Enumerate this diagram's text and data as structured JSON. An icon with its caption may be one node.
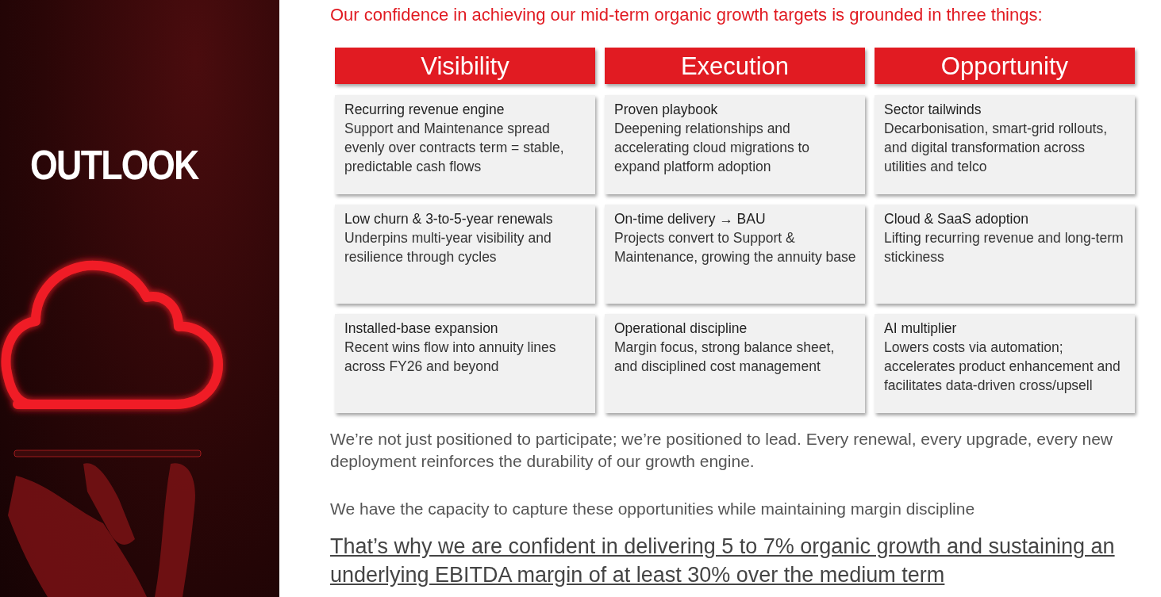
{
  "diagram": {
    "title": "OUTLOOK",
    "nodes": [
      {
        "text": [
          "Visibility"
        ]
      },
      {
        "text": [
          "Execution"
        ]
      },
      {
        "text": [
          "Opportunity"
        ]
      },
      {
        "text": [
          "Recurring revenue engine",
          "Support and Maintenance spread evenly over contracts term = stable, predictable cash flows"
        ]
      },
      {
        "text": [
          "Proven playbook",
          "Deepening relationships and accelerating cloud migrations to expand platform adoption"
        ]
      },
      {
        "text": [
          "Sector tailwinds",
          "Decarbonisation, smart-grid rollouts, and digital transformation across utilities and telco"
        ]
      },
      {
        "text": [
          "Low churn & 3-to-5-year renewals",
          "Underpins multi-year visibility and resilience through cycles"
        ]
      },
      {
        "text": [
          "On-time delivery → BAU",
          "Projects convert to Support & Maintenance, growing the annuity base"
        ]
      },
      {
        "text": [
          "Cloud & SaaS adoption",
          "Lifting recurring revenue and long-term stickiness"
        ]
      },
      {
        "text": [
          "Installed-base expansion",
          "Recent wins flow into annuity lines across FY26 and beyond"
        ]
      },
      {
        "text": [
          "Operational discipline",
          "Margin focus, strong balance sheet, and disciplined cost management"
        ]
      },
      {
        "text": [
          "AI multiplier",
          "Lowers costs via automation; accelerates product enhancement and facilitates data-driven cross/upsell"
        ]
      }
    ],
    "edges": [],
    "labels": [
      "Our confidence in achieving our mid-term organic growth targets is grounded in three things:",
      "We’re not just positioned to participate; we’re positioned to lead. Every renewal, every upgrade, every new deployment reinforces the durability of our growth engine.",
      "We have the capacity to capture these opportunities while maintaining margin discipline",
      "That’s why we are confident in delivering 5 to 7% organic growth and sustaining an underlying EBITDA margin of at least 30% over the medium term"
    ]
  }
}
